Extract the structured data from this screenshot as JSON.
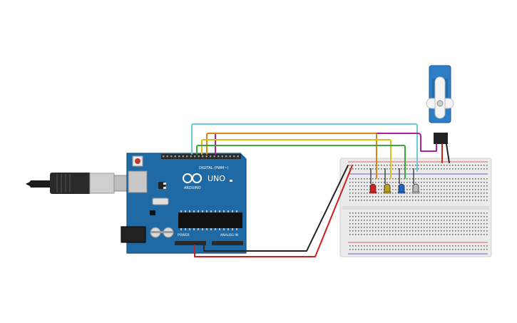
{
  "arduino": {
    "digital_label": "DIGITAL (PWM~)",
    "analog_label": "ANALOG IN",
    "power_label": "POWER",
    "model_label": "UNO",
    "brand_label": "ARDUINO",
    "colors": {
      "board": "#1f6aa5",
      "edge": "#13507f",
      "header": "#2a2a2a"
    }
  },
  "components": {
    "leds": [
      {
        "name": "red-led",
        "color": "#d22020"
      },
      {
        "name": "yellow-led",
        "color": "#b8a31a"
      },
      {
        "name": "blue-led",
        "color": "#1d62c4"
      },
      {
        "name": "white-led",
        "color": "#b9b9b9"
      }
    ],
    "servo": {
      "name": "micro-servo",
      "color": "#2e7ec6"
    },
    "usb_cable": {
      "name": "usb-cable"
    }
  },
  "wires": [
    {
      "name": "wire-cyan",
      "color": "#6ec8d6"
    },
    {
      "name": "wire-magenta",
      "color": "#b0209a"
    },
    {
      "name": "wire-orange",
      "color": "#e0860e"
    },
    {
      "name": "wire-yellow",
      "color": "#d6c21c"
    },
    {
      "name": "wire-green",
      "color": "#3aa83a"
    },
    {
      "name": "wire-black",
      "color": "#222222"
    },
    {
      "name": "wire-red",
      "color": "#cc1f1f"
    }
  ]
}
